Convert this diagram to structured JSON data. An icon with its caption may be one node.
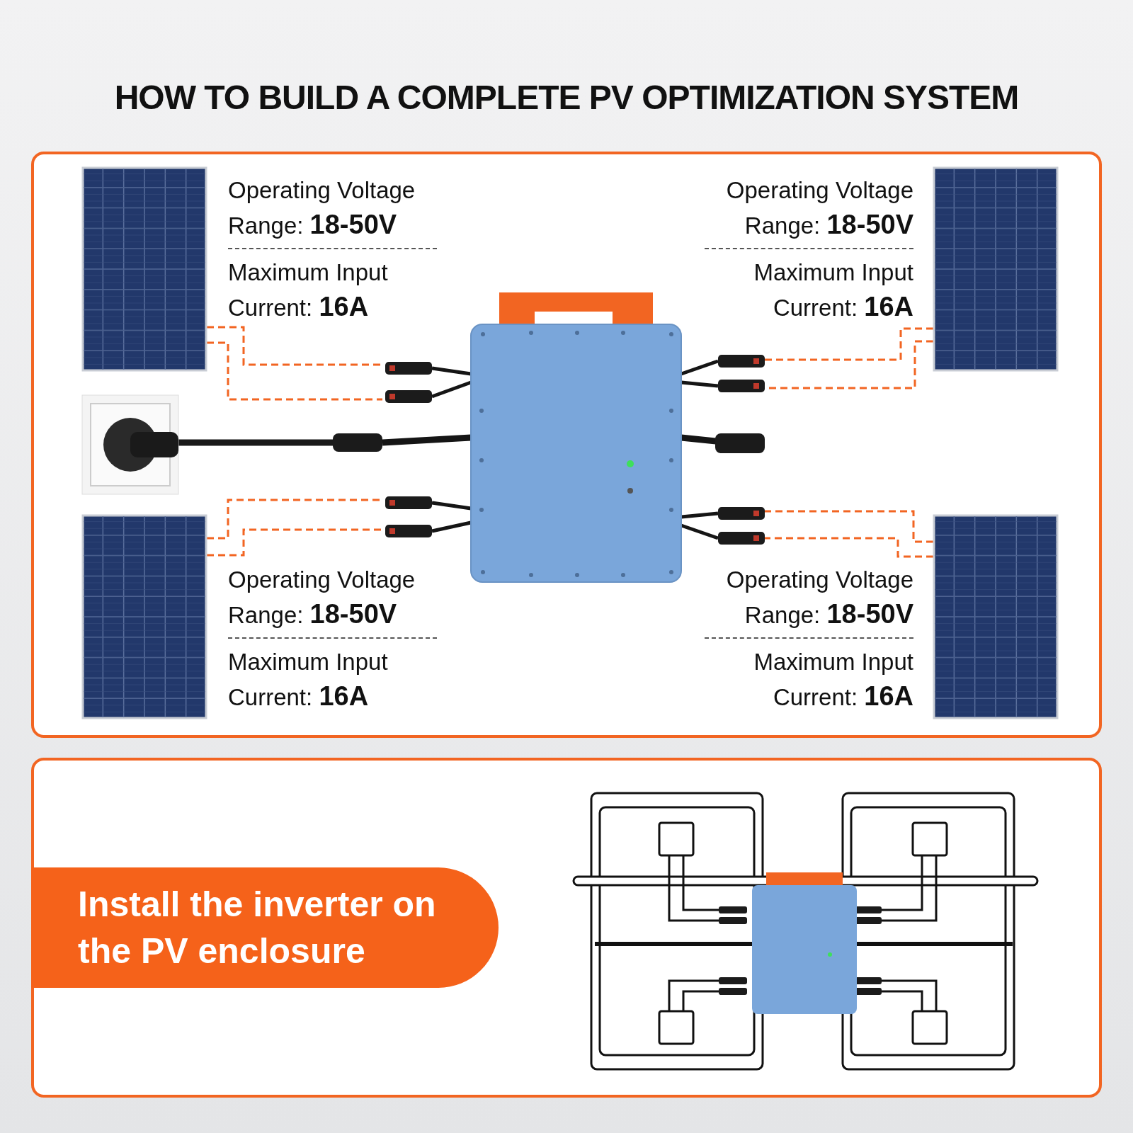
{
  "diagram": {
    "title": "HOW TO BUILD A COMPLETE PV OPTIMIZATION SYSTEM",
    "nodes": [
      {
        "text": [],
        "shape": "picture"
      },
      {
        "text": [],
        "shape": "picture"
      },
      {
        "text": [],
        "shape": "picture"
      },
      {
        "text": [],
        "shape": "picture"
      },
      {
        "text": [],
        "shape": "picture"
      },
      {
        "text": [],
        "shape": "picture"
      },
      {
        "text": [
          "Install the inverter on the PV enclosure"
        ]
      }
    ],
    "edges": [
      {
        "from": 0,
        "to": 3,
        "arrow": "none",
        "style": "dashed",
        "color": "#f26522"
      },
      {
        "from": 0,
        "to": 3,
        "arrow": "none",
        "style": "dashed",
        "color": "#f26522"
      },
      {
        "from": 1,
        "to": 3,
        "arrow": "none",
        "style": "dashed",
        "color": "#f26522"
      },
      {
        "from": 1,
        "to": 3,
        "arrow": "none",
        "style": "dashed",
        "color": "#f26522"
      },
      {
        "from": 2,
        "to": 3,
        "arrow": "none",
        "style": "thick",
        "color": "#1a1a1a"
      },
      {
        "from": 4,
        "to": 3,
        "arrow": "none",
        "style": "dashed",
        "color": "#f26522"
      },
      {
        "from": 4,
        "to": 3,
        "arrow": "none",
        "style": "dashed",
        "color": "#f26522"
      },
      {
        "from": 5,
        "to": 3,
        "arrow": "none",
        "style": "dashed",
        "color": "#f26522"
      },
      {
        "from": 5,
        "to": 3,
        "arrow": "none",
        "style": "dashed",
        "color": "#f26522"
      }
    ],
    "labels": [
      "Operating Voltage Range: **18-50V**",
      "Maximum Input Current: **16A**",
      "Operating Voltage Range: **18-50V**",
      "Maximum Input Current: **16A**",
      "Operating Voltage Range: **18-50V**",
      "Maximum Input Current: **16A**",
      "Operating Voltage Range: **18-50V**",
      "Maximum Input Current: **16A**"
    ]
  }
}
